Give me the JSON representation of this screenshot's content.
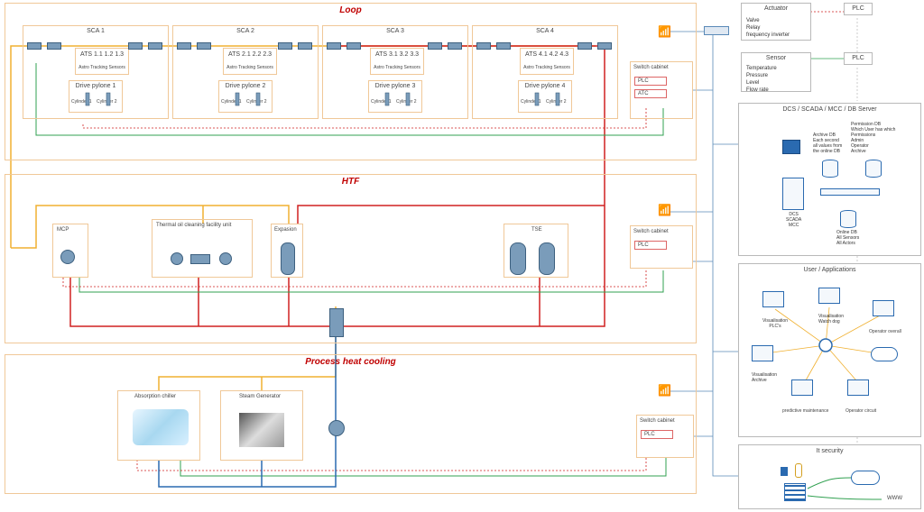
{
  "sections": {
    "loop": "Loop",
    "htf": "HTF",
    "process": "Process heat cooling"
  },
  "sca": [
    {
      "title": "SCA 1",
      "ats": "ATS 1.1 1.2 1.3",
      "ats_sub": "Astro Tracking Sensors",
      "drive": "Drive pylone 1",
      "cyl_a": "Cylinder 1",
      "cyl_b": "Cylinder 2"
    },
    {
      "title": "SCA 2",
      "ats": "ATS 2.1 2.2 2.3",
      "ats_sub": "Astro Tracking Sensors",
      "drive": "Drive pylone 2",
      "cyl_a": "Cylinder 1",
      "cyl_b": "Cylinder 2"
    },
    {
      "title": "SCA 3",
      "ats": "ATS 3.1 3.2 3.3",
      "ats_sub": "Astro Tracking Sensors",
      "drive": "Drive pylone 3",
      "cyl_a": "Cylinder 1",
      "cyl_b": "Cylinder 2"
    },
    {
      "title": "SCA 4",
      "ats": "ATS 4.1 4.2 4.3",
      "ats_sub": "Astro Tracking Sensors",
      "drive": "Drive pylone 4",
      "cyl_a": "Cylinder 1",
      "cyl_b": "Cylinder 2"
    }
  ],
  "switch": {
    "label": "Switch cabinet",
    "plc": "PLC",
    "atc": "ATC"
  },
  "htf": {
    "mcp": "MCP",
    "cleaning": "Thermal oil cleaning facility  unit",
    "expansion": "Expasion",
    "tse": "TSE"
  },
  "process": {
    "chiller": "Absorption chiller",
    "steam": "Steam Generator"
  },
  "actuator": {
    "title": "Actuator",
    "items": [
      "Valve",
      "Relay",
      "frequency inverter"
    ],
    "plc": "PLC"
  },
  "sensor": {
    "title": "Sensor",
    "items": [
      "Temperature",
      "Pressure",
      "Level",
      "Flow rate"
    ],
    "plc": "PLC"
  },
  "server": {
    "title": "DCS / SCADA / MCC / DB Server",
    "archive": [
      "Archive DB",
      "Each second",
      "all values from",
      "the online DB"
    ],
    "permission": [
      "Permission DB",
      "Which User has which",
      "Permissions",
      "Admin",
      "Operator",
      "Archive"
    ],
    "dcs": [
      "DCS",
      "SCADA",
      "MCC"
    ],
    "online": [
      "Online DB",
      "All Sensors",
      "All Actors"
    ]
  },
  "users": {
    "title": "User / Applications",
    "vis_plc": [
      "Visualisation",
      "PLC's"
    ],
    "vis_watch": [
      "Visualisation",
      "Watch dog"
    ],
    "op_overall": "Operator overall",
    "vis_archive": [
      "Visualisation",
      "Archive"
    ],
    "predictive": "predictive maintenance",
    "op_circuit": "Operator circuit"
  },
  "security": {
    "title": "It security",
    "www": "WWW"
  },
  "colors": {
    "orange": "#f0b030",
    "red": "#d02020",
    "green": "#30a050",
    "blue": "#2a6ab0",
    "box": "#f0c898"
  }
}
